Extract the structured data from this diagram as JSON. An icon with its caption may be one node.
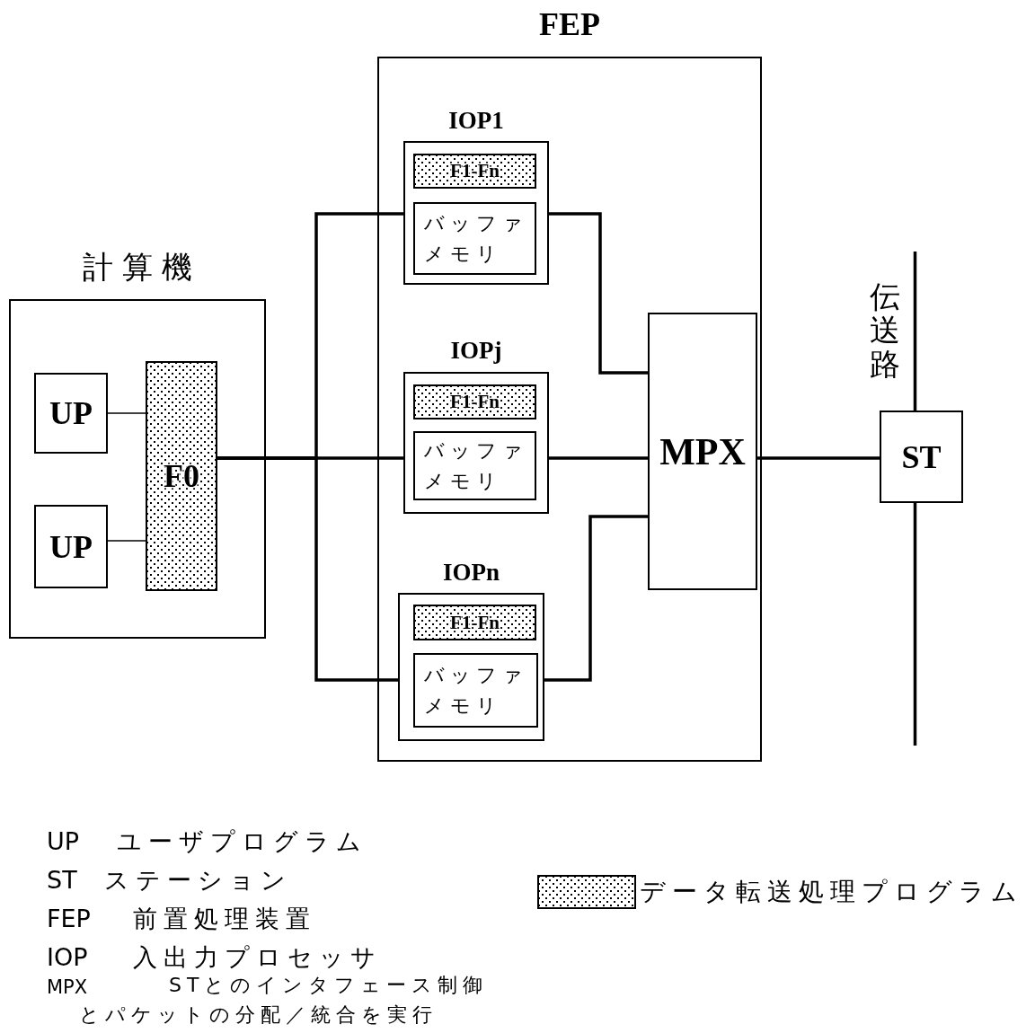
{
  "diagram": {
    "nodes": [
      {
        "text": [
          "計算機"
        ]
      },
      {
        "text": [
          "UP"
        ],
        "in": 0
      },
      {
        "text": [
          "UP"
        ],
        "in": 0
      },
      {
        "text": [
          "F0"
        ],
        "in": 0
      },
      {
        "text": [
          "FEP"
        ]
      },
      {
        "text": [
          "IOP1"
        ],
        "in": 4
      },
      {
        "text": [
          "F1-Fn"
        ],
        "in": 5
      },
      {
        "text": [
          "バッファメモリ"
        ],
        "in": 5
      },
      {
        "text": [
          "IOPj"
        ],
        "in": 4
      },
      {
        "text": [
          "F1-Fn"
        ],
        "in": 8
      },
      {
        "text": [
          "バッファメモリ"
        ],
        "in": 8
      },
      {
        "text": [
          "IOPn"
        ],
        "in": 4
      },
      {
        "text": [
          "F1-Fn"
        ],
        "in": 11
      },
      {
        "text": [
          "バッファメモリ"
        ],
        "in": 11
      },
      {
        "text": [
          "MPX"
        ],
        "in": 4
      },
      {
        "text": [
          "ST"
        ]
      }
    ],
    "edges": [
      {
        "from": 1,
        "to": 3,
        "arrow": "none"
      },
      {
        "from": 2,
        "to": 3,
        "arrow": "none"
      },
      {
        "from": 3,
        "to": 5,
        "arrow": "none"
      },
      {
        "from": 3,
        "to": 8,
        "arrow": "none"
      },
      {
        "from": 3,
        "to": 11,
        "arrow": "none"
      },
      {
        "from": 5,
        "to": 14,
        "arrow": "none"
      },
      {
        "from": 8,
        "to": 14,
        "arrow": "none"
      },
      {
        "from": 11,
        "to": 14,
        "arrow": "none"
      },
      {
        "from": 14,
        "to": 15,
        "arrow": "none"
      },
      {
        "from": 15,
        "to": null,
        "arrow": "none"
      },
      {
        "from": 15,
        "to": null,
        "arrow": "none"
      }
    ],
    "labels": [
      "伝送路",
      "UP",
      "ユーザプログラム",
      "ST",
      "ステーション",
      "FEP",
      "前置処理装置",
      "IOP",
      "入出力プロセッサ",
      "MPX",
      "STとのインタフェース制御とパケットの分配／統合を実行"
    ],
    "legend": [
      {
        "text": "データ転送処理プログラム"
      }
    ]
  }
}
